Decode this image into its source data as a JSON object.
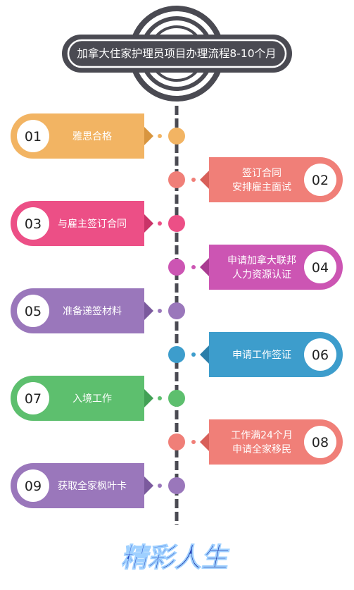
{
  "title": "加拿大住家护理员项目办理流程8-10个月",
  "colors": {
    "axis": "#4a4a52",
    "ring": "#4a4a52",
    "white": "#ffffff"
  },
  "steps": [
    {
      "num": "01",
      "lines": [
        "雅思合格"
      ],
      "side": "left",
      "color": "#f2b463",
      "dark": "#d8953f"
    },
    {
      "num": "02",
      "lines": [
        "签订合同",
        "安排雇主面试"
      ],
      "side": "right",
      "color": "#f07f78",
      "dark": "#d85f59"
    },
    {
      "num": "03",
      "lines": [
        "与雇主签订合同"
      ],
      "side": "left",
      "color": "#ec4f86",
      "dark": "#c93468"
    },
    {
      "num": "04",
      "lines": [
        "申请加拿大联邦",
        "人力资源认证"
      ],
      "side": "right",
      "color": "#cc55b3",
      "dark": "#a93c92"
    },
    {
      "num": "05",
      "lines": [
        "准备递签材料"
      ],
      "side": "left",
      "color": "#9a77bb",
      "dark": "#7b5a9d"
    },
    {
      "num": "06",
      "lines": [
        "申请工作签证"
      ],
      "side": "right",
      "color": "#3d9dcc",
      "dark": "#2b7ea9"
    },
    {
      "num": "07",
      "lines": [
        "入境工作"
      ],
      "side": "left",
      "color": "#5dbf6e",
      "dark": "#42a055"
    },
    {
      "num": "08",
      "lines": [
        "工作满24个月",
        "申请全家移民"
      ],
      "side": "right",
      "color": "#f07f78",
      "dark": "#d85f59"
    },
    {
      "num": "09",
      "lines": [
        "获取全家枫叶卡"
      ],
      "side": "left",
      "color": "#9a77bb",
      "dark": "#7b5a9d"
    }
  ],
  "logo_text": "精彩人生"
}
